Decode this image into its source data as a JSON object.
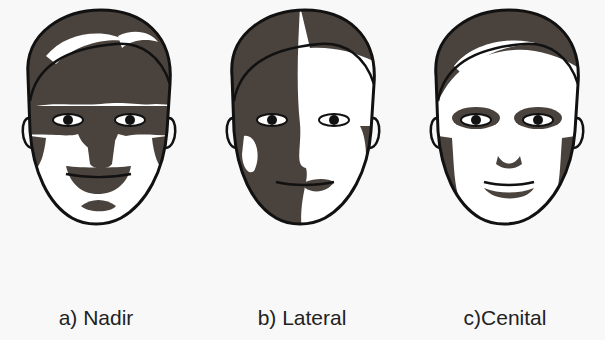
{
  "diagram": {
    "labels": [
      "a) Nadir",
      "b) Lateral",
      "c)Cenital"
    ]
  }
}
